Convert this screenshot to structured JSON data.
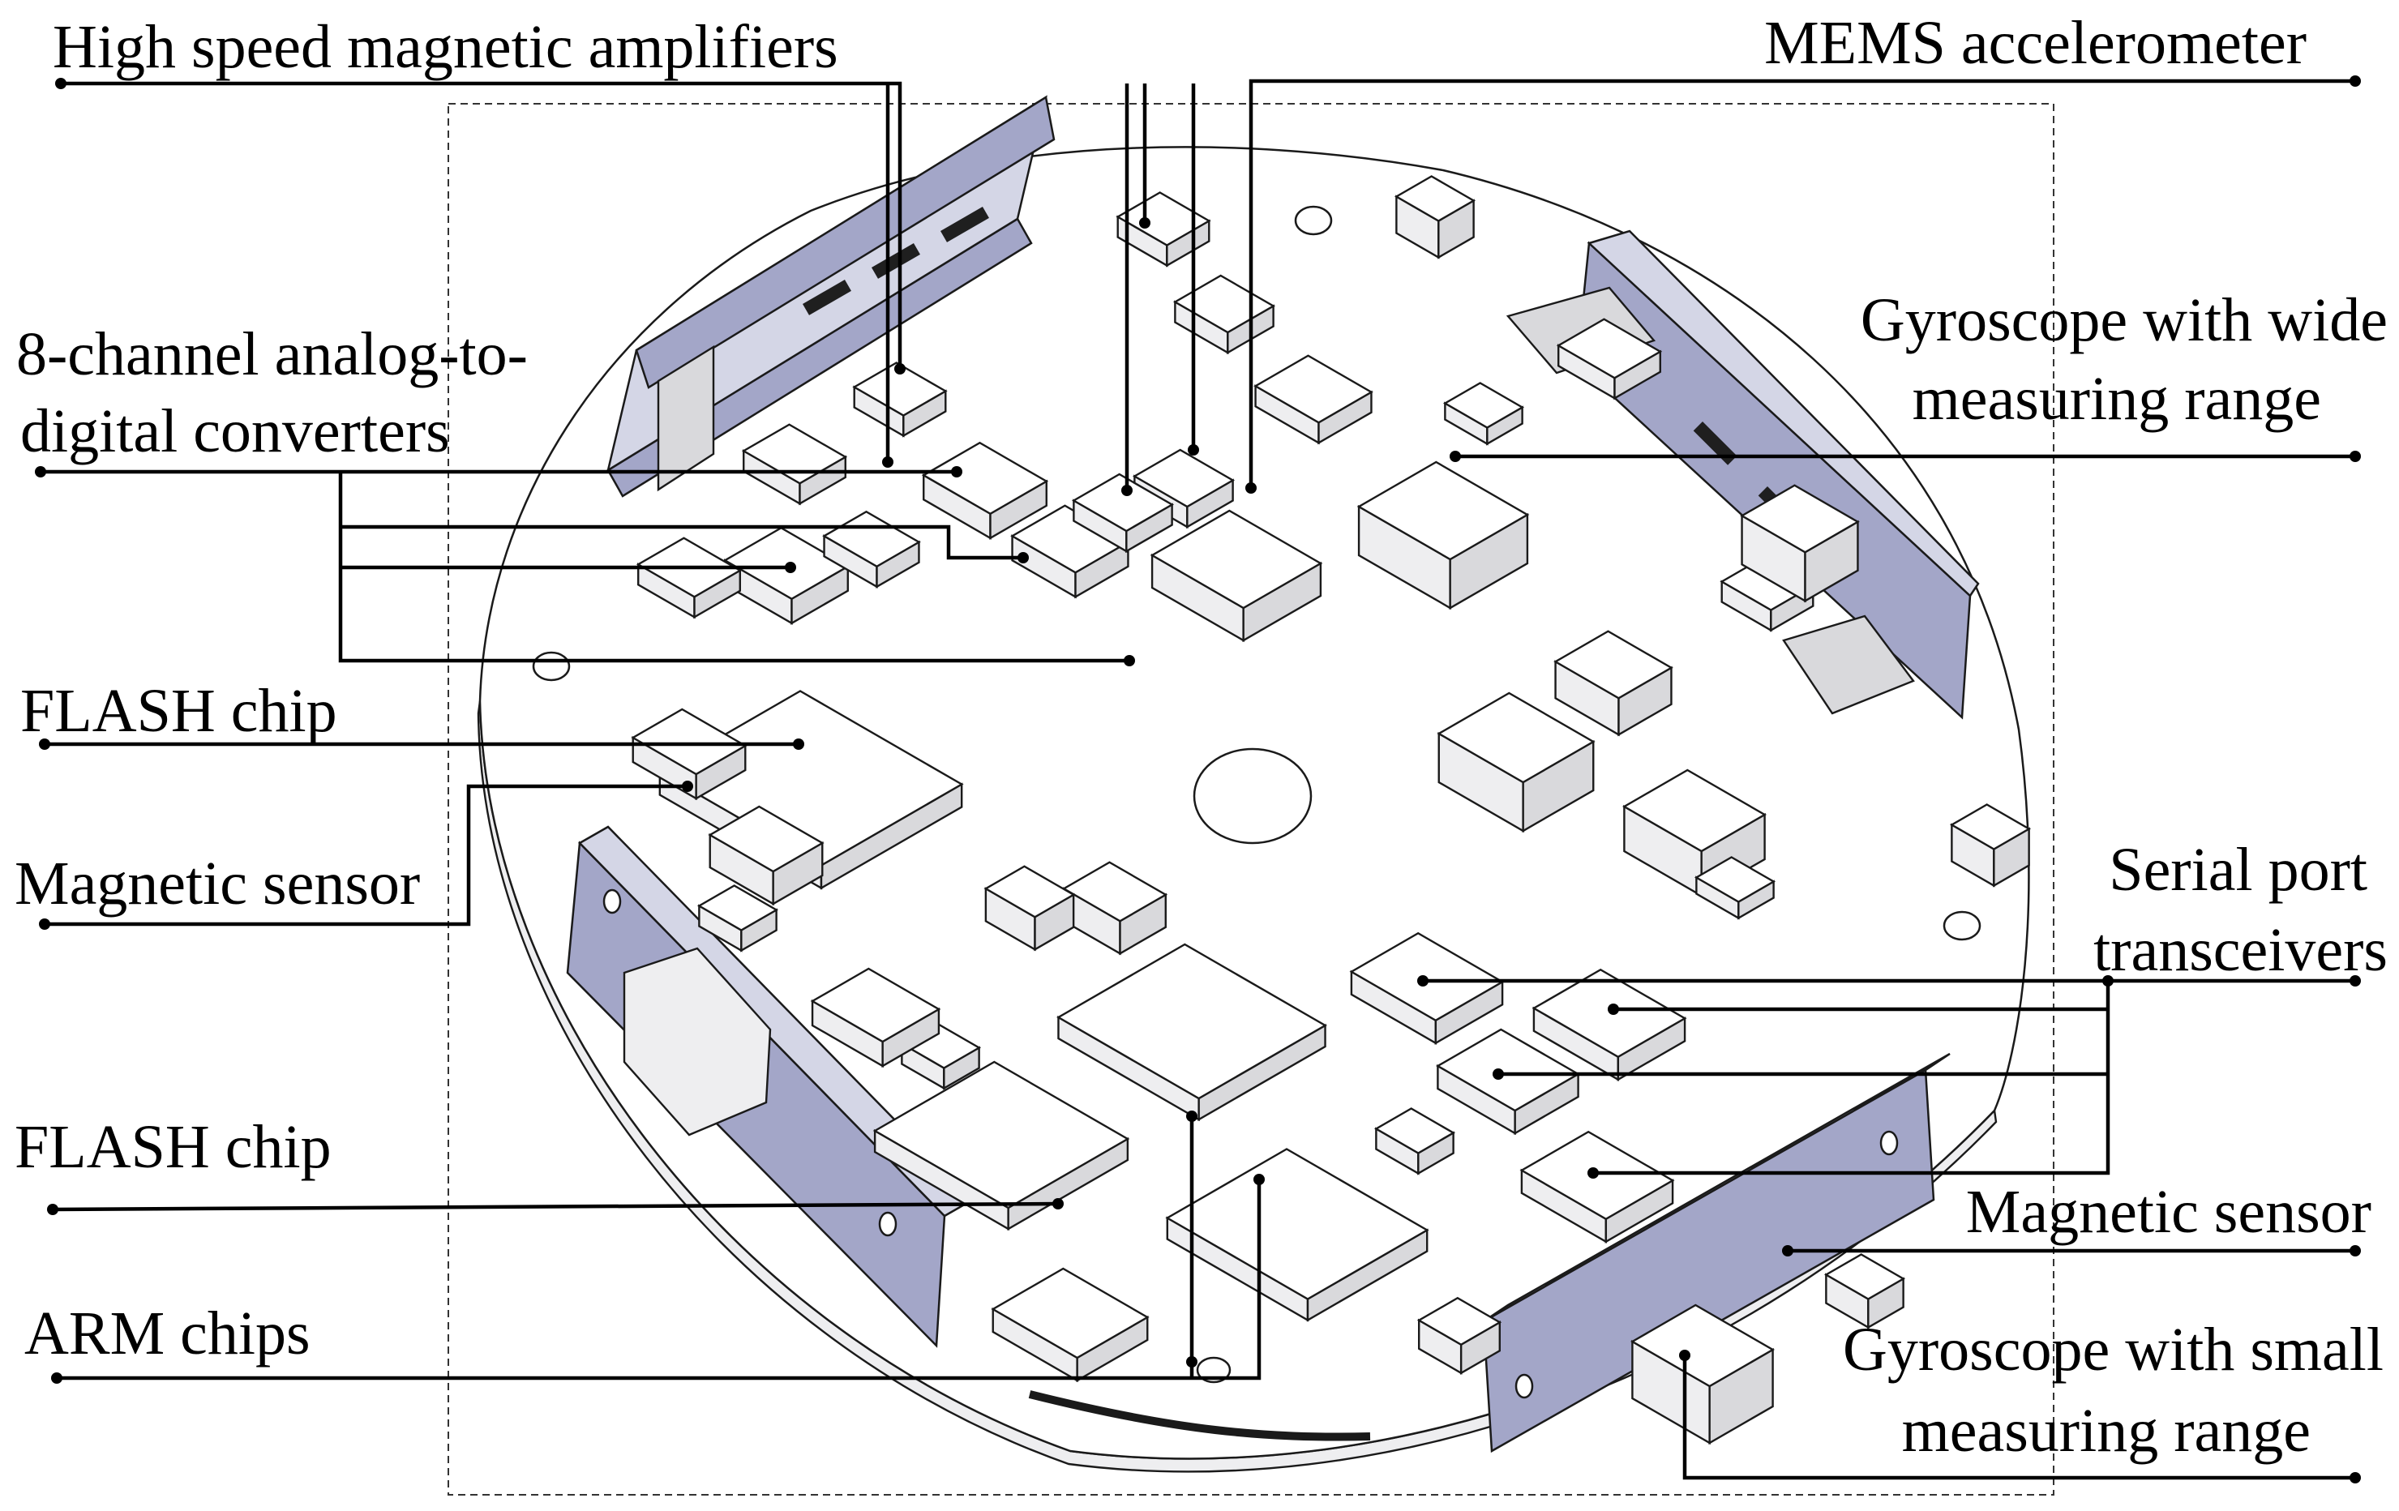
{
  "labels": {
    "high_speed_amplifiers": "High speed magnetic amplifiers",
    "mems_accelerometer": "MEMS accelerometer",
    "adc_line1": "8-channel analog-to-",
    "adc_line2": "digital converters",
    "gyro_wide_line1": "Gyroscope with wide",
    "gyro_wide_line2": "measuring range",
    "flash_chip_1": "FLASH chip",
    "magnetic_sensor_1": "Magnetic sensor",
    "serial_line1": "Serial port",
    "serial_line2": "transceivers",
    "flash_chip_2": "FLASH chip",
    "magnetic_sensor_2": "Magnetic sensor",
    "arm_chips": "ARM chips",
    "gyro_small_line1": "Gyroscope with small",
    "gyro_small_line2": "measuring range"
  },
  "colors": {
    "connector": "#a3a6c8",
    "connector_top": "#d4d6e6",
    "chip_side": "#d9d9dc",
    "leader": "#000000"
  }
}
